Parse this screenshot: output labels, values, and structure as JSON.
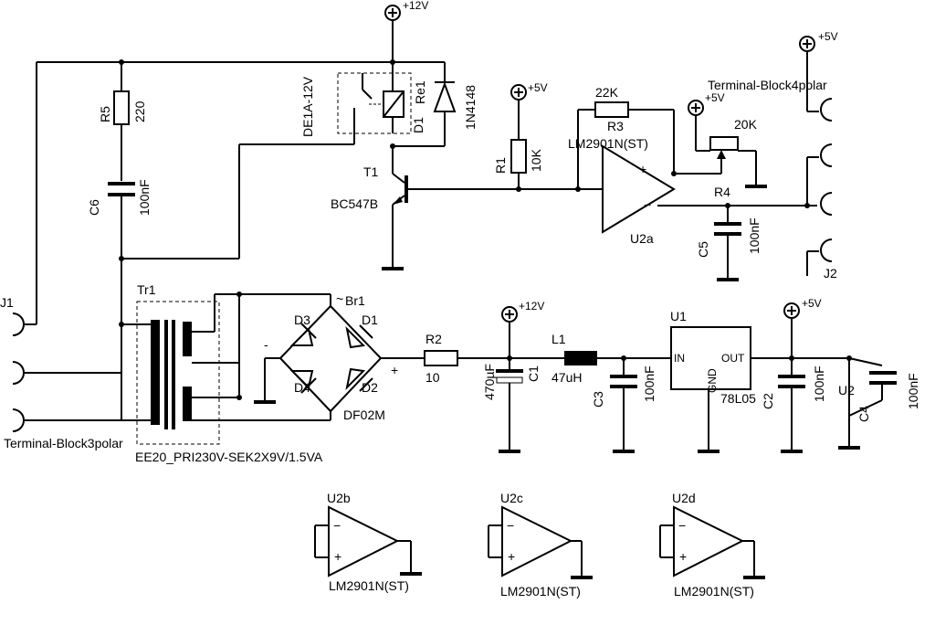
{
  "labels": {
    "supply_12v_top": "+12V",
    "supply_5v_r1": "+5V",
    "supply_5v_op": "+5V",
    "supply_5v_right": "+5V",
    "supply_12v_c1": "+12V",
    "supply_5v_out": "+5V",
    "relay_name": "DE1A-12V",
    "relay_ref": "Re1",
    "diode_ref": "D1",
    "diode_part": "1N4148",
    "r5_ref": "R5",
    "r5_val": "220",
    "c6_ref": "C6",
    "c6_val": "100nF",
    "t1_ref": "T1",
    "t1_part": "BC547B",
    "r1_ref": "R1",
    "r1_val": "10K",
    "r3_val": "22K",
    "r3_ref": "R3",
    "u2a_part": "LM2901N(ST)",
    "u2a_ref": "U2a",
    "r4_val": "20K",
    "r4_ref": "R4",
    "c5_ref": "C5",
    "c5_val": "100nF",
    "terminal4": "Terminal-Block4polar",
    "j2_ref": "J2",
    "j1_ref": "J1",
    "tr1_ref": "Tr1",
    "terminal3": "Terminal-Block3polar",
    "transformer_part": "EE20_PRI230V-SEK2X9V/1.5VA",
    "br1_ref": "Br1",
    "br_d3": "D3",
    "br_d1": "D1",
    "br_d4": "D4",
    "br_d2": "D2",
    "br_part": "DF02M",
    "br_tilde": "~",
    "br_minus": "-",
    "br_plus": "+",
    "r2_ref": "R2",
    "r2_val": "10",
    "c1_ref": "C1",
    "c1_val": "470µF",
    "l1_ref": "L1",
    "l1_val": "47uH",
    "c3_ref": "C3",
    "c3_val": "100nF",
    "u1_ref": "U1",
    "u1_in": "IN",
    "u1_out": "OUT",
    "u1_gnd": "GND",
    "u1_part": "78L05",
    "c2_ref": "C2",
    "c2_val": "100nF",
    "u2_ref": "U2",
    "c4_ref": "C4",
    "c4_val": "100nF",
    "u2b_ref": "U2b",
    "u2b_part": "LM2901N(ST)",
    "u2c_ref": "U2c",
    "u2c_part": "LM2901N(ST)",
    "u2d_ref": "U2d",
    "u2d_part": "LM2901N(ST)"
  }
}
